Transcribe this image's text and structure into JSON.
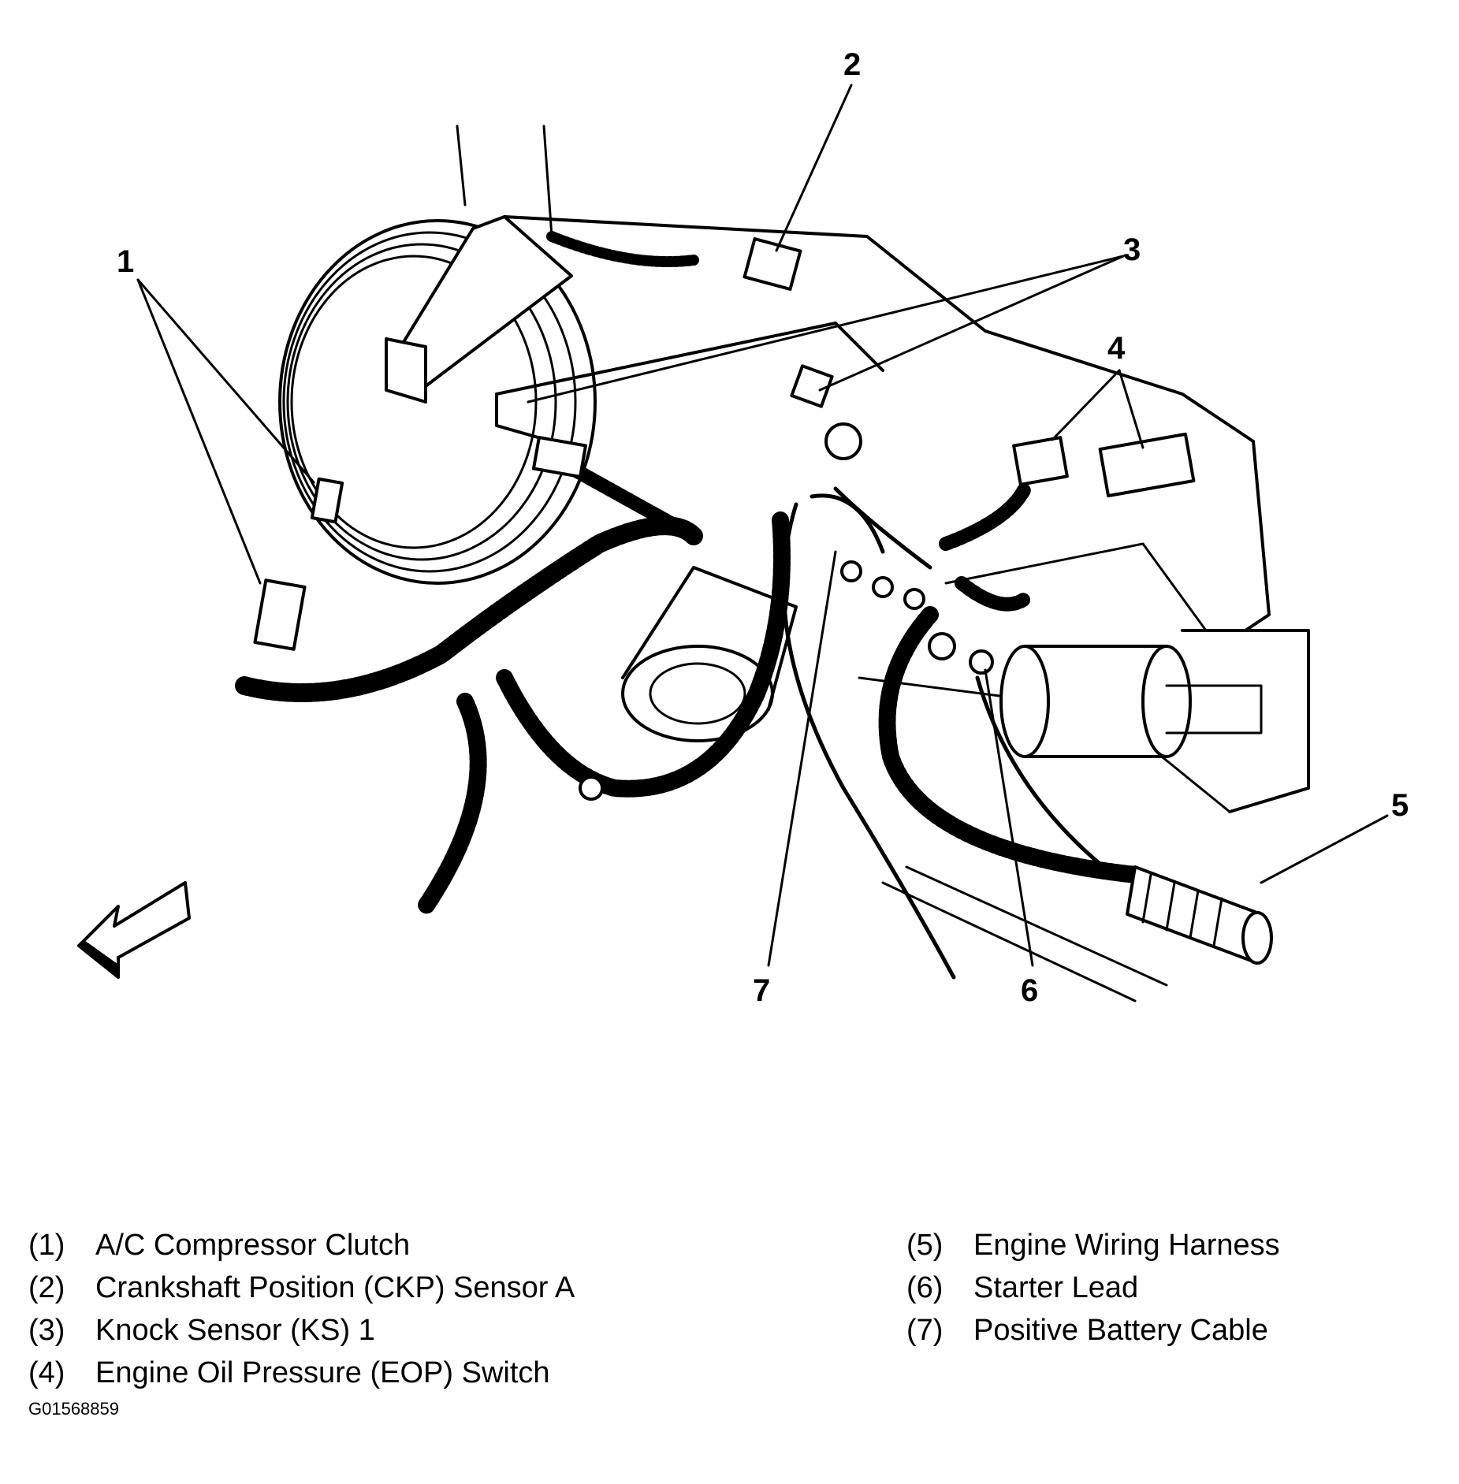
{
  "callouts": [
    "1",
    "2",
    "3",
    "4",
    "5",
    "6",
    "7"
  ],
  "legend": [
    {
      "num": "(1)",
      "label": "A/C Compressor Clutch"
    },
    {
      "num": "(2)",
      "label": "Crankshaft Position (CKP) Sensor A"
    },
    {
      "num": "(3)",
      "label": "Knock Sensor (KS) 1"
    },
    {
      "num": "(4)",
      "label": "Engine Oil Pressure (EOP) Switch"
    },
    {
      "num": "(5)",
      "label": "Engine Wiring Harness"
    },
    {
      "num": "(6)",
      "label": "Starter Lead"
    },
    {
      "num": "(7)",
      "label": "Positive Battery Cable"
    }
  ],
  "figure_id": "G01568859"
}
